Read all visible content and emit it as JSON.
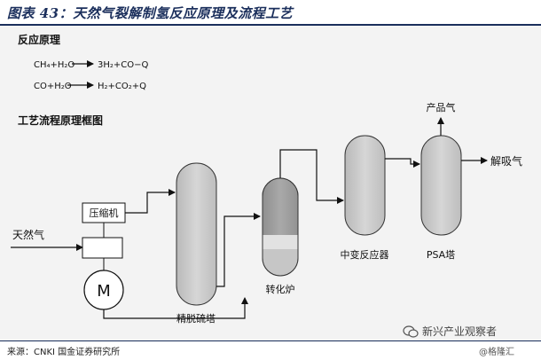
{
  "header": {
    "title": "图表 43：天然气裂解制氢反应原理及流程工艺"
  },
  "reaction": {
    "section_title": "反应原理",
    "eq1_left": "CH₄+H₂O",
    "eq1_right": "3H₂+CO−Q",
    "eq2_left": "CO+H₂O",
    "eq2_right": "H₂+CO₂+Q"
  },
  "flow": {
    "section_title": "工艺流程原理框图",
    "inlet_label": "天然气",
    "compressor_label": "压缩机",
    "motor_symbol": "M",
    "desulfurizer_label": "精脱硫塔",
    "reformer_label": "转化炉",
    "shift_reactor_label": "中变反应器",
    "psa_label": "PSA塔",
    "product_label": "产品气",
    "desorption_label": "解吸气"
  },
  "footer": {
    "source": "来源：CNKI 国金证券研究所",
    "watermark_name": "新兴产业观察者",
    "watermark_handle": "@格隆汇"
  }
}
